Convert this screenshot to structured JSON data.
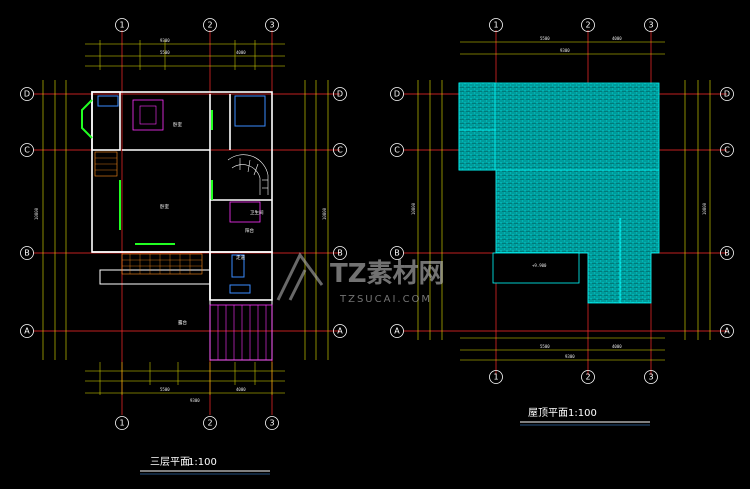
{
  "left_plan": {
    "title": "三层平面",
    "scale": "1:100",
    "axes_top": [
      "1",
      "2",
      "3"
    ],
    "axes_side": [
      "D",
      "C",
      "B",
      "A"
    ],
    "overall_dims": {
      "top_total": "9300",
      "top_a": "5500",
      "top_b": "4000",
      "bottom_total": "9300",
      "bottom_a": "5500",
      "bottom_b": "4000",
      "left_total": "10800",
      "right_total": "10800"
    },
    "rooms": {
      "bedroom_1": "卧室",
      "bedroom_2": "卧室",
      "bath": "卫生间",
      "balcony": "阳台",
      "terrace": "露台",
      "corridor": "走道"
    }
  },
  "right_plan": {
    "title": "屋顶平面",
    "scale": "1:100",
    "axes_top": [
      "1",
      "2",
      "3"
    ],
    "axes_side": [
      "D",
      "C",
      "B",
      "A"
    ],
    "overall_dims": {
      "top_total": "9300",
      "top_a": "5500",
      "top_b": "4000",
      "bottom_total": "9300",
      "bottom_a": "5500",
      "bottom_b": "4000",
      "left_total": "10800",
      "right_total": "10800"
    },
    "level_mark": "+9.900"
  },
  "watermark": {
    "main": "TZ素材网",
    "sub": "TZSUCAI.COM"
  },
  "colors": {
    "background": "#000000",
    "axis": "#ff3333",
    "wall": "#ffffff",
    "dimension": "#ffff00",
    "hatch": "#00e0e0",
    "window": "#00ff00",
    "furniture": "#ff00ff"
  }
}
